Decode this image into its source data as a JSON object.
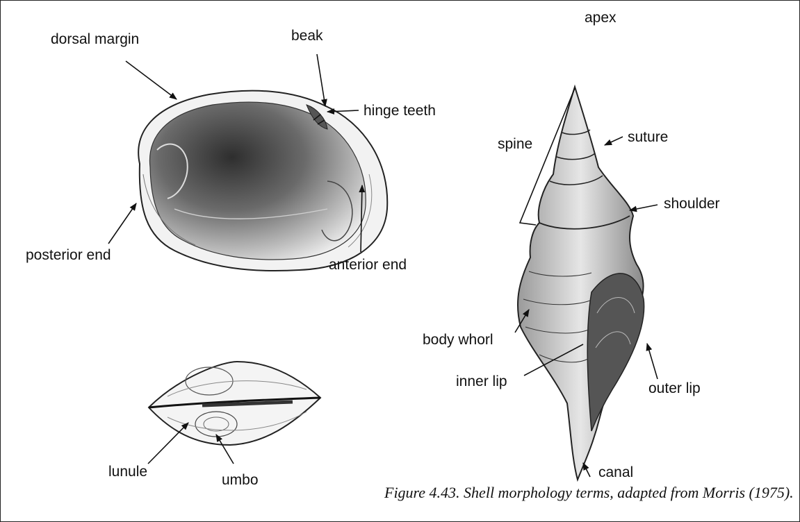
{
  "labels": {
    "dorsal_margin": "dorsal margin",
    "beak": "beak",
    "hinge_teeth": "hinge teeth",
    "posterior_end": "posterior end",
    "anterior_end": "anterior end",
    "lunule": "lunule",
    "umbo": "umbo",
    "apex": "apex",
    "spine": "spine",
    "suture": "suture",
    "shoulder": "shoulder",
    "body_whorl": "body whorl",
    "inner_lip": "inner lip",
    "outer_lip": "outer lip",
    "canal": "canal"
  },
  "caption": "Figure 4.43. Shell morphology terms, adapted from Morris  (1975)."
}
